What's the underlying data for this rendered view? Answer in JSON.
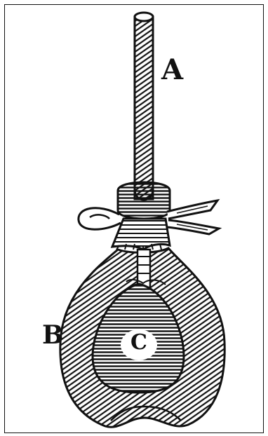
{
  "figure": {
    "labels": {
      "a": "A",
      "b": "B",
      "c": "C"
    }
  },
  "colors": {
    "ink": "#111111",
    "paper": "#ffffff"
  }
}
